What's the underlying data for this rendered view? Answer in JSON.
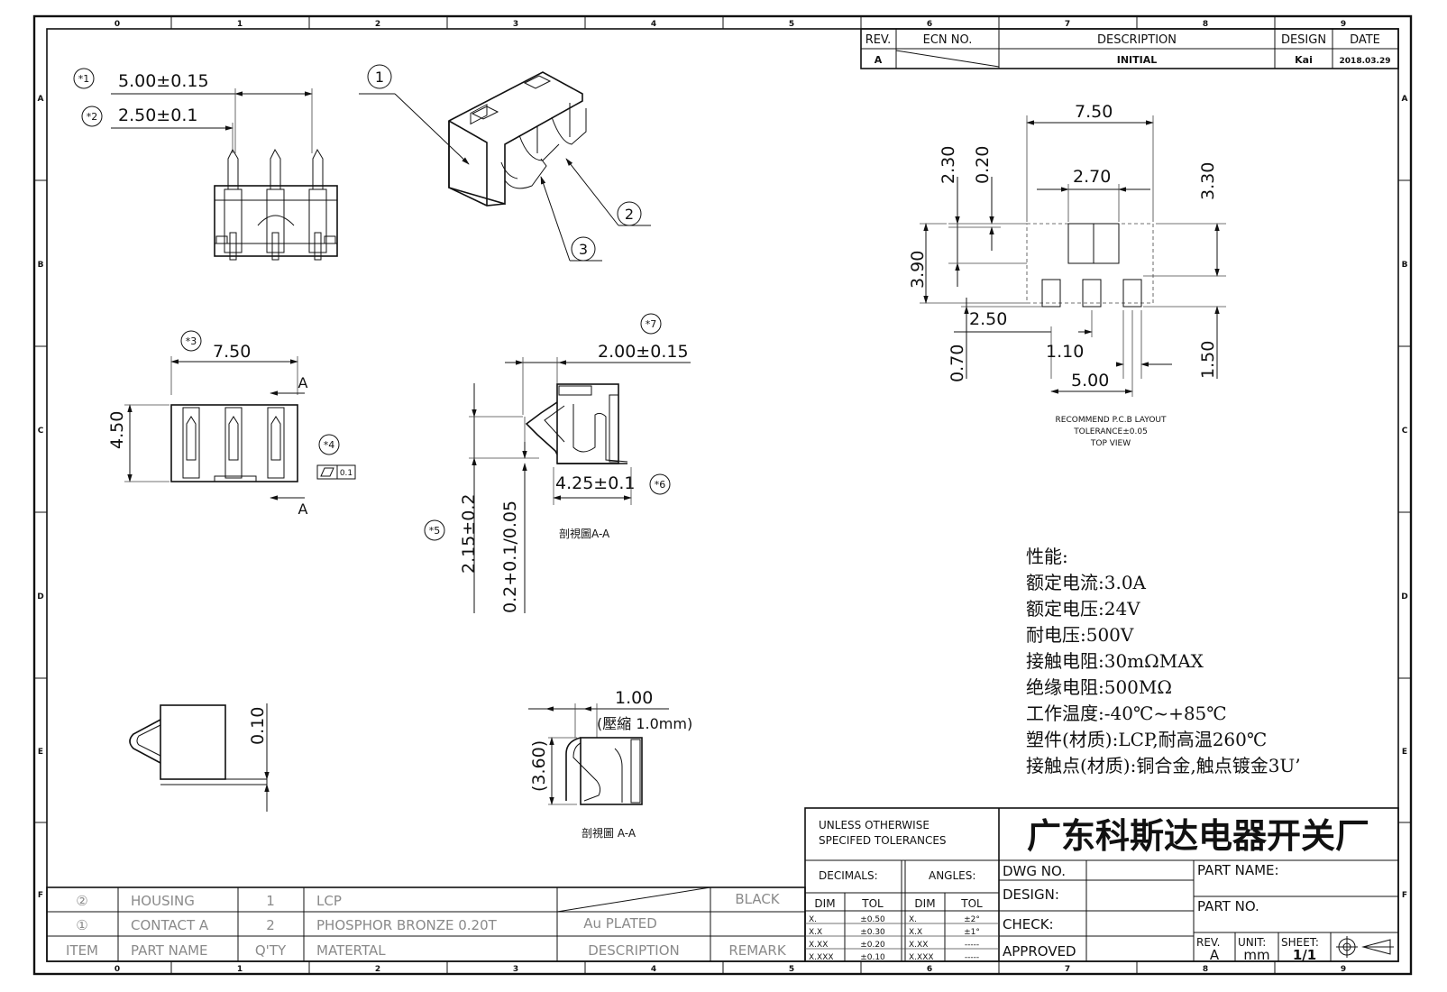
{
  "grid": {
    "cols_top": [
      "0",
      "1",
      "2",
      "3",
      "4",
      "5",
      "6",
      "7",
      "8",
      "9"
    ],
    "rows": [
      "A",
      "B",
      "C",
      "D",
      "E",
      "F"
    ]
  },
  "revision_table": {
    "headers": [
      "REV.",
      "ECN NO.",
      "DESCRIPTION",
      "DESIGN",
      "DATE"
    ],
    "row": {
      "rev": "A",
      "ecn": "",
      "description": "INITIAL",
      "design": "Kai",
      "date": "2018.03.29"
    }
  },
  "callouts": {
    "c1": "1",
    "c2": "2",
    "c3": "3"
  },
  "notes": {
    "n1": "*1",
    "n2": "*2",
    "n3": "*3",
    "n4": "*4",
    "n5": "*5",
    "n6": "*6",
    "n7": "*7"
  },
  "front_view": {
    "dim_pitch": "5.00±0.15",
    "dim_pin": "2.50±0.1"
  },
  "side_view": {
    "dim_width": "7.50",
    "dim_height": "4.50",
    "section_mark": "A",
    "flatness": "0.1"
  },
  "section_view": {
    "dim_top": "2.00±0.15",
    "dim_depth": "4.25±0.1",
    "dim_h1": "2.15±0.2",
    "dim_h2": "0.2+0.1/0.05",
    "label": "剖視圖A-A"
  },
  "detail_view": {
    "dim": "0.10"
  },
  "compressed_view": {
    "dim_top": "1.00",
    "note": "(壓縮 1.0mm)",
    "dim_h": "(3.60)",
    "label": "剖視圖 A-A"
  },
  "pcb_layout": {
    "dims": {
      "w": "7.50",
      "pad_w": "2.70",
      "d230": "2.30",
      "d020": "0.20",
      "d330": "3.30",
      "d390": "3.90",
      "d250": "2.50",
      "d110": "1.10",
      "d070": "0.70",
      "d500": "5.00",
      "d150": "1.50"
    },
    "caption1": "RECOMMEND P.C.B LAYOUT",
    "caption2": "TOLERANCE±0.05",
    "caption3": "TOP VIEW"
  },
  "specs": {
    "title": "性能:",
    "lines": [
      "额定电流:3.0A",
      "额定电压:24V",
      "耐电压:500V",
      "接触电阻:30mΩMAX",
      "绝缘电阻:500MΩ",
      "工作温度:-40℃~+85℃",
      "塑件(材质):LCP,耐高温260℃",
      "接触点(材质):铜合金,触点镀金3U’"
    ]
  },
  "bom": {
    "rows": [
      {
        "item": "②",
        "name": "HOUSING",
        "qty": "1",
        "material": "LCP",
        "description": "",
        "remark": "BLACK"
      },
      {
        "item": "①",
        "name": "CONTACT A",
        "qty": "2",
        "material": "PHOSPHOR BRONZE 0.20T",
        "description": "Au PLATED",
        "remark": ""
      }
    ],
    "header": {
      "item": "ITEM",
      "name": "PART NAME",
      "qty": "Q'TY",
      "material": "MATERTAL",
      "description": "DESCRIPTION",
      "remark": "REMARK"
    }
  },
  "title_block": {
    "tol_title1": "UNLESS OTHERWISE",
    "tol_title2": "SPECIFED TOLERANCES",
    "company": "广东科斯达电器开关厂",
    "decimals": "DECIMALS:",
    "angles": "ANGLES:",
    "dim": "DIM",
    "tol": "TOL",
    "dec_rows": [
      [
        "X.",
        "±0.50"
      ],
      [
        "X.X",
        "±0.30"
      ],
      [
        "X.XX",
        "±0.20"
      ],
      [
        "X.XXX",
        "±0.10"
      ]
    ],
    "ang_rows": [
      [
        "X.",
        "±2°"
      ],
      [
        "X.X",
        "±1°"
      ],
      [
        "X.XX",
        "-----"
      ],
      [
        "X.XXX",
        "-----"
      ]
    ],
    "dwg_no": "DWG NO.",
    "design": "DESIGN:",
    "check": "CHECK:",
    "approved": "APPROVED",
    "part_name": "PART NAME:",
    "part_no": "PART NO.",
    "rev_label": "REV.",
    "rev_val": "A",
    "unit_label": "UNIT:",
    "unit_val": "mm",
    "sheet_label": "SHEET:",
    "sheet_val": "1/1"
  }
}
